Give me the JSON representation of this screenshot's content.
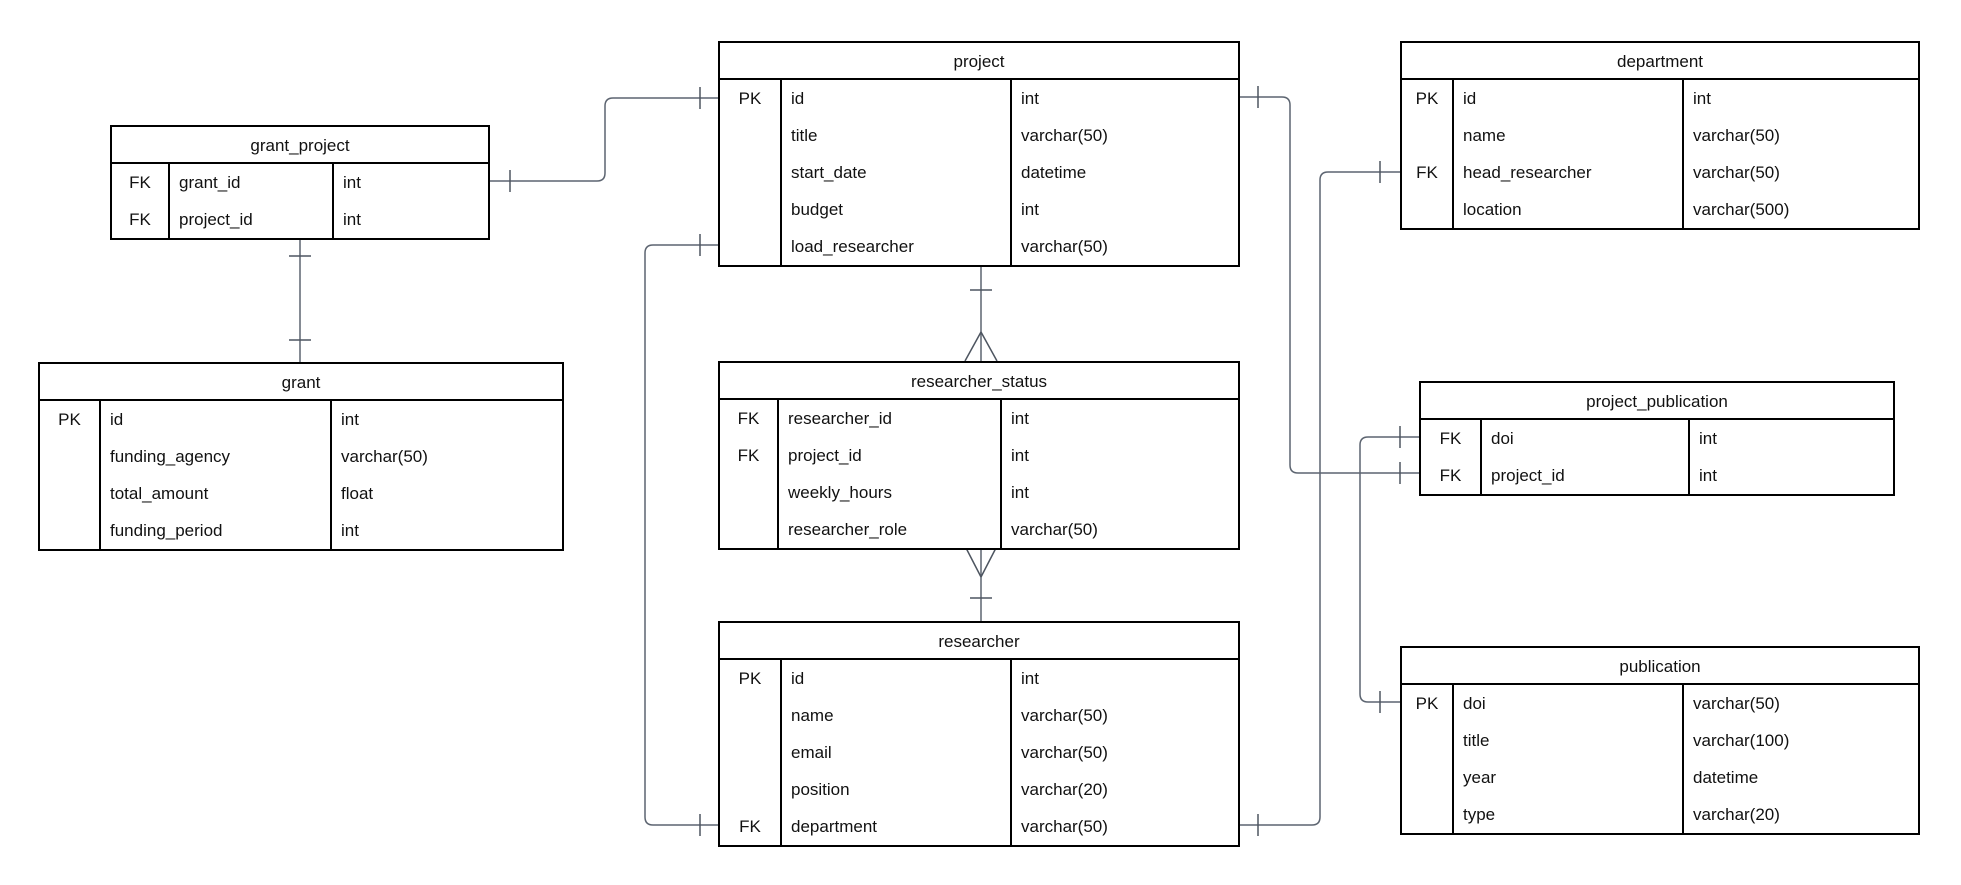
{
  "diagram": {
    "type": "entity-relationship-diagram",
    "colors": {
      "background": "#ffffff",
      "table_border": "#000000",
      "table_fill": "#ffffff",
      "text": "#111111",
      "connector": "#5c6470"
    },
    "tables": [
      {
        "id": "grant_project",
        "title": "grant_project",
        "rows": [
          {
            "key": "FK",
            "name": "grant_id",
            "type": "int"
          },
          {
            "key": "FK",
            "name": "project_id",
            "type": "int"
          }
        ]
      },
      {
        "id": "grant",
        "title": "grant",
        "rows": [
          {
            "key": "PK",
            "name": "id",
            "type": "int"
          },
          {
            "key": "",
            "name": "funding_agency",
            "type": "varchar(50)"
          },
          {
            "key": "",
            "name": "total_amount",
            "type": "float"
          },
          {
            "key": "",
            "name": "funding_period",
            "type": "int"
          }
        ]
      },
      {
        "id": "project",
        "title": "project",
        "rows": [
          {
            "key": "PK",
            "name": "id",
            "type": "int"
          },
          {
            "key": "",
            "name": "title",
            "type": "varchar(50)"
          },
          {
            "key": "",
            "name": "start_date",
            "type": "datetime"
          },
          {
            "key": "",
            "name": "budget",
            "type": "int"
          },
          {
            "key": "",
            "name": "load_researcher",
            "type": "varchar(50)"
          }
        ]
      },
      {
        "id": "researcher_status",
        "title": "researcher_status",
        "rows": [
          {
            "key": "FK",
            "name": "researcher_id",
            "type": "int"
          },
          {
            "key": "FK",
            "name": "project_id",
            "type": "int"
          },
          {
            "key": "",
            "name": "weekly_hours",
            "type": "int"
          },
          {
            "key": "",
            "name": "researcher_role",
            "type": "varchar(50)"
          }
        ]
      },
      {
        "id": "researcher",
        "title": "researcher",
        "rows": [
          {
            "key": "PK",
            "name": "id",
            "type": "int"
          },
          {
            "key": "",
            "name": "name",
            "type": "varchar(50)"
          },
          {
            "key": "",
            "name": "email",
            "type": "varchar(50)"
          },
          {
            "key": "",
            "name": "position",
            "type": "varchar(20)"
          },
          {
            "key": "FK",
            "name": "department",
            "type": "varchar(50)"
          }
        ]
      },
      {
        "id": "department",
        "title": "department",
        "rows": [
          {
            "key": "PK",
            "name": "id",
            "type": "int"
          },
          {
            "key": "",
            "name": "name",
            "type": "varchar(50)"
          },
          {
            "key": "FK",
            "name": "head_researcher",
            "type": "varchar(50)"
          },
          {
            "key": "",
            "name": "location",
            "type": "varchar(500)"
          }
        ]
      },
      {
        "id": "project_publication",
        "title": "project_publication",
        "rows": [
          {
            "key": "FK",
            "name": "doi",
            "type": "int"
          },
          {
            "key": "FK",
            "name": "project_id",
            "type": "int"
          }
        ]
      },
      {
        "id": "publication",
        "title": "publication",
        "rows": [
          {
            "key": "PK",
            "name": "doi",
            "type": "varchar(50)"
          },
          {
            "key": "",
            "name": "title",
            "type": "varchar(100)"
          },
          {
            "key": "",
            "name": "year",
            "type": "datetime"
          },
          {
            "key": "",
            "name": "type",
            "type": "varchar(20)"
          }
        ]
      }
    ],
    "relationships": [
      {
        "from": "grant_project.grant_id",
        "to": "project.id",
        "cardinality": "one-to-one"
      },
      {
        "from": "grant_project",
        "to": "grant",
        "cardinality": "one-to-one"
      },
      {
        "from": "project",
        "to": "researcher_status",
        "cardinality": "one-to-many"
      },
      {
        "from": "researcher_status",
        "to": "researcher",
        "cardinality": "many-to-one"
      },
      {
        "from": "project.load_researcher",
        "to": "researcher.department",
        "cardinality": "one-to-one"
      },
      {
        "from": "project.id",
        "to": "project_publication.project_id",
        "cardinality": "one-to-one"
      },
      {
        "from": "researcher.department",
        "to": "department.head_researcher",
        "cardinality": "one-to-one"
      },
      {
        "from": "project_publication.doi",
        "to": "publication.doi",
        "cardinality": "one-to-one"
      }
    ]
  }
}
